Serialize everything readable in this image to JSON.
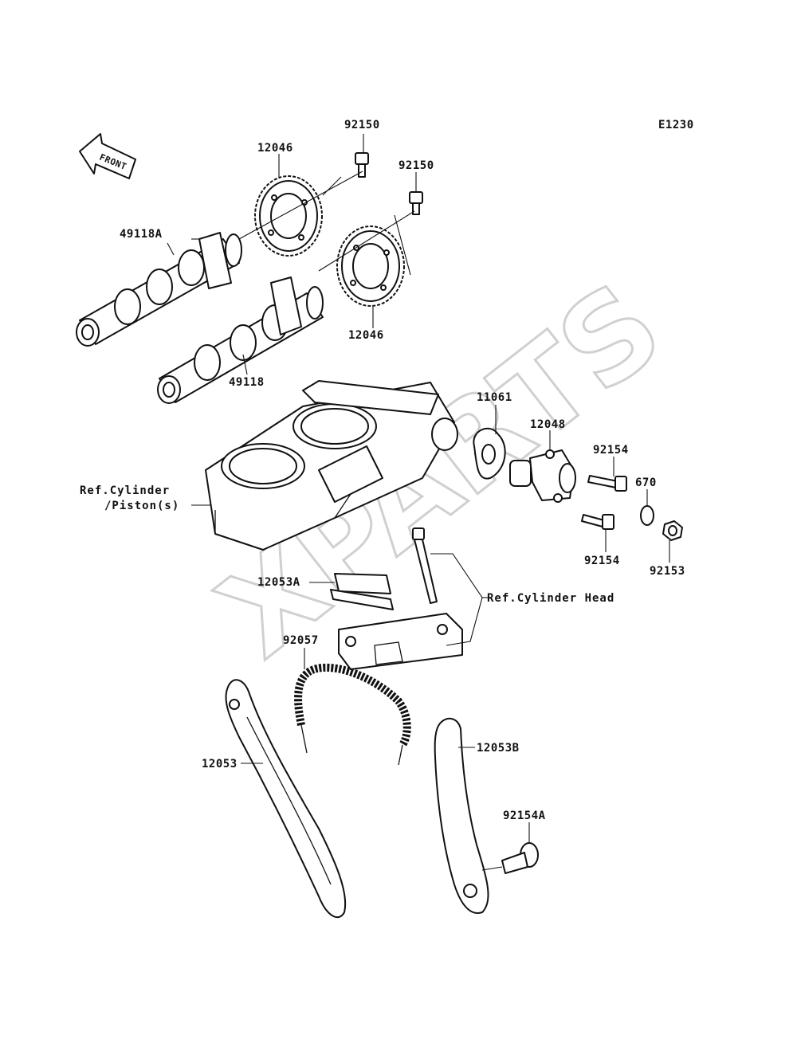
{
  "diagram_code": "E1230",
  "front_arrow": "FRONT",
  "watermark": "XPARTS",
  "labels": {
    "p92150a": "92150",
    "p92150b": "92150",
    "p12046a": "12046",
    "p12046b": "12046",
    "p49118A": "49118A",
    "p49118": "49118",
    "p11061": "11061",
    "p12048": "12048",
    "p92154a": "92154",
    "p92154b": "92154",
    "p670": "670",
    "p92153": "92153",
    "p12053A": "12053A",
    "p92057": "92057",
    "p12053": "12053",
    "p12053B": "12053B",
    "p92154A": "92154A",
    "ref_cyl1": "Ref.Cylinder",
    "ref_cyl2": "/Piston(s)",
    "ref_head": "Ref.Cylinder Head"
  }
}
